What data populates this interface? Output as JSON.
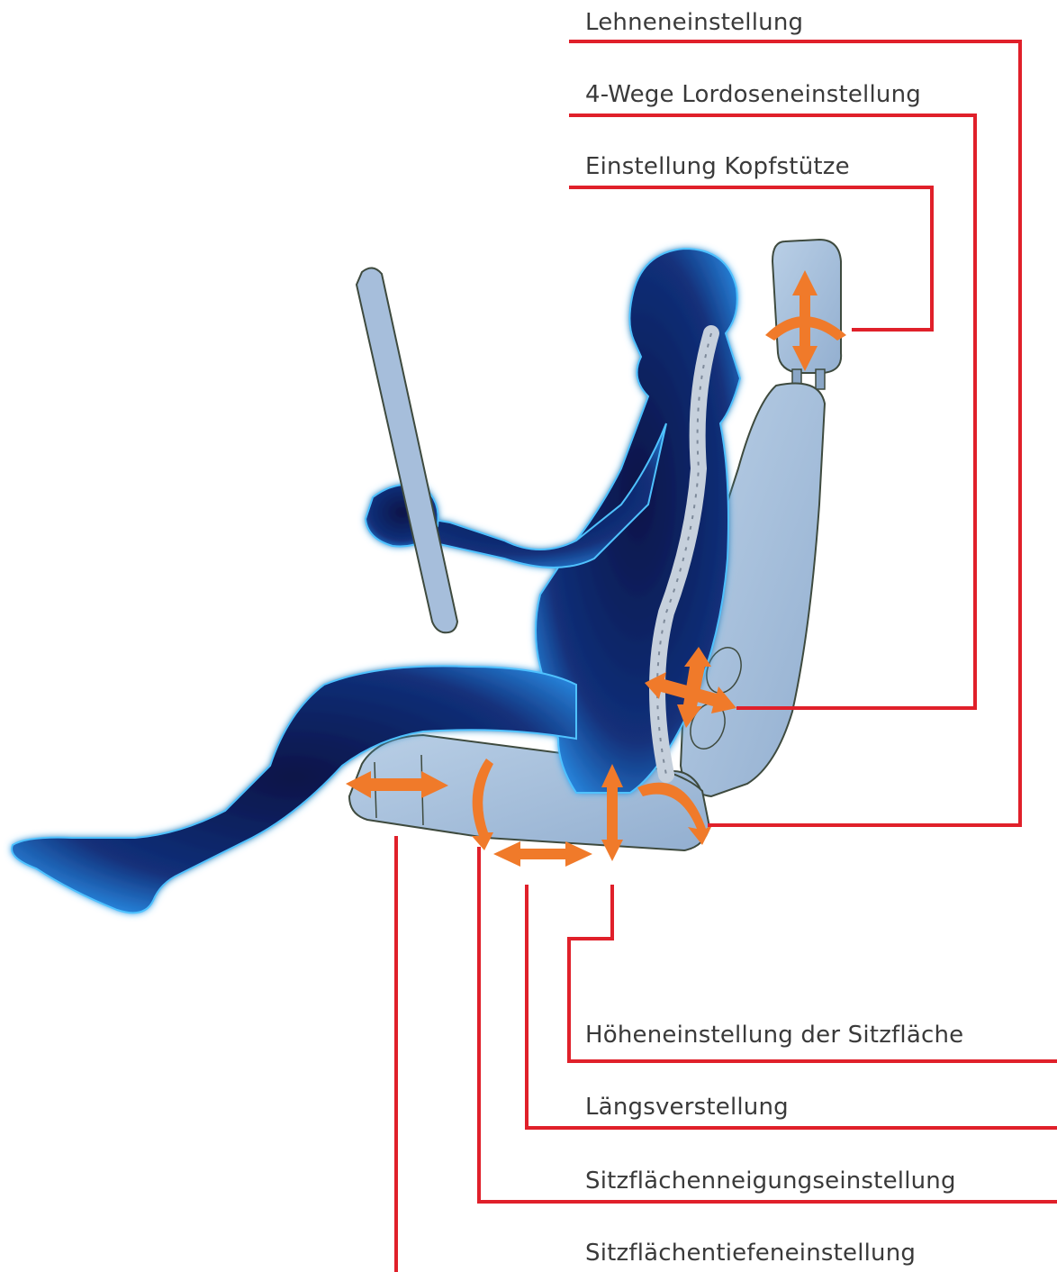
{
  "colors": {
    "callout_line": "#e0202a",
    "seat_fill": "#a9c2de",
    "seat_stroke": "#3e4a3e",
    "arrow": "#f07a2a",
    "body_dark": "#0b1a55",
    "body_glow": "#2aa8ff",
    "spine": "#b8c4d0"
  },
  "labels": {
    "backrest": "Lehneneinstellung",
    "lumbar": "4-Wege Lordoseneinstellung",
    "headrest": "Einstellung Kopfstütze",
    "seat_height": "Höheneinstellung der Sitzfläche",
    "fore_aft": "Längsverstellung",
    "seat_tilt": "Sitzflächenneigungseinstellung",
    "seat_depth": "Sitzflächentiefeneinstellung"
  }
}
